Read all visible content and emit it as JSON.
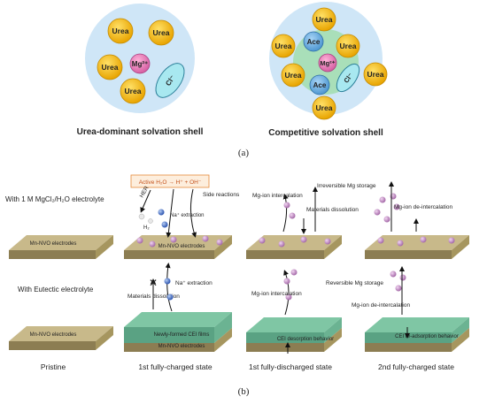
{
  "panel_a": {
    "left": {
      "caption": "Urea-dominant solvation shell",
      "molecules": [
        "Urea",
        "Urea",
        "Urea",
        "Urea"
      ],
      "cation": "Mg²⁺",
      "anion": "Cl⁻"
    },
    "right": {
      "caption": "Competitive solvation shell",
      "molecules": [
        "Urea",
        "Urea",
        "Urea",
        "Urea",
        "Urea",
        "Urea"
      ],
      "ace": [
        "Ace",
        "Ace"
      ],
      "cation": "Mg²⁺",
      "anion": "Cl⁻"
    },
    "label": "(a)"
  },
  "panel_b": {
    "label": "(b)",
    "row1_title": "With 1 M MgCl₂/H₂O electrolyte",
    "row2_title": "With Eutectic electrolyte",
    "electrode_label": "Mn-NVO electrodes",
    "hydrolysis": "Active H₂O → H⁺ + OH⁻",
    "side_reactions": "Side reactions",
    "her": "HER",
    "h2": "H₂",
    "na_extraction": "Na⁺ extraction",
    "materials_dissolution": "Materials dissolution",
    "mg_intercalation": "Mg-ion intercalation",
    "mg_deintercalation": "Mg-ion de-intercalation",
    "irreversible": "Irreversible Mg storage",
    "reversible": "Reversible Mg storage",
    "newly_cei": "Newly-formed CEI films",
    "cei_desorption": "CEI desorption behavior",
    "cei_readsorption": "CEI re-adsorption behavior",
    "states": [
      "Pristine",
      "1st fully-charged state",
      "1st fully-discharged state",
      "2nd fully-charged state"
    ]
  }
}
